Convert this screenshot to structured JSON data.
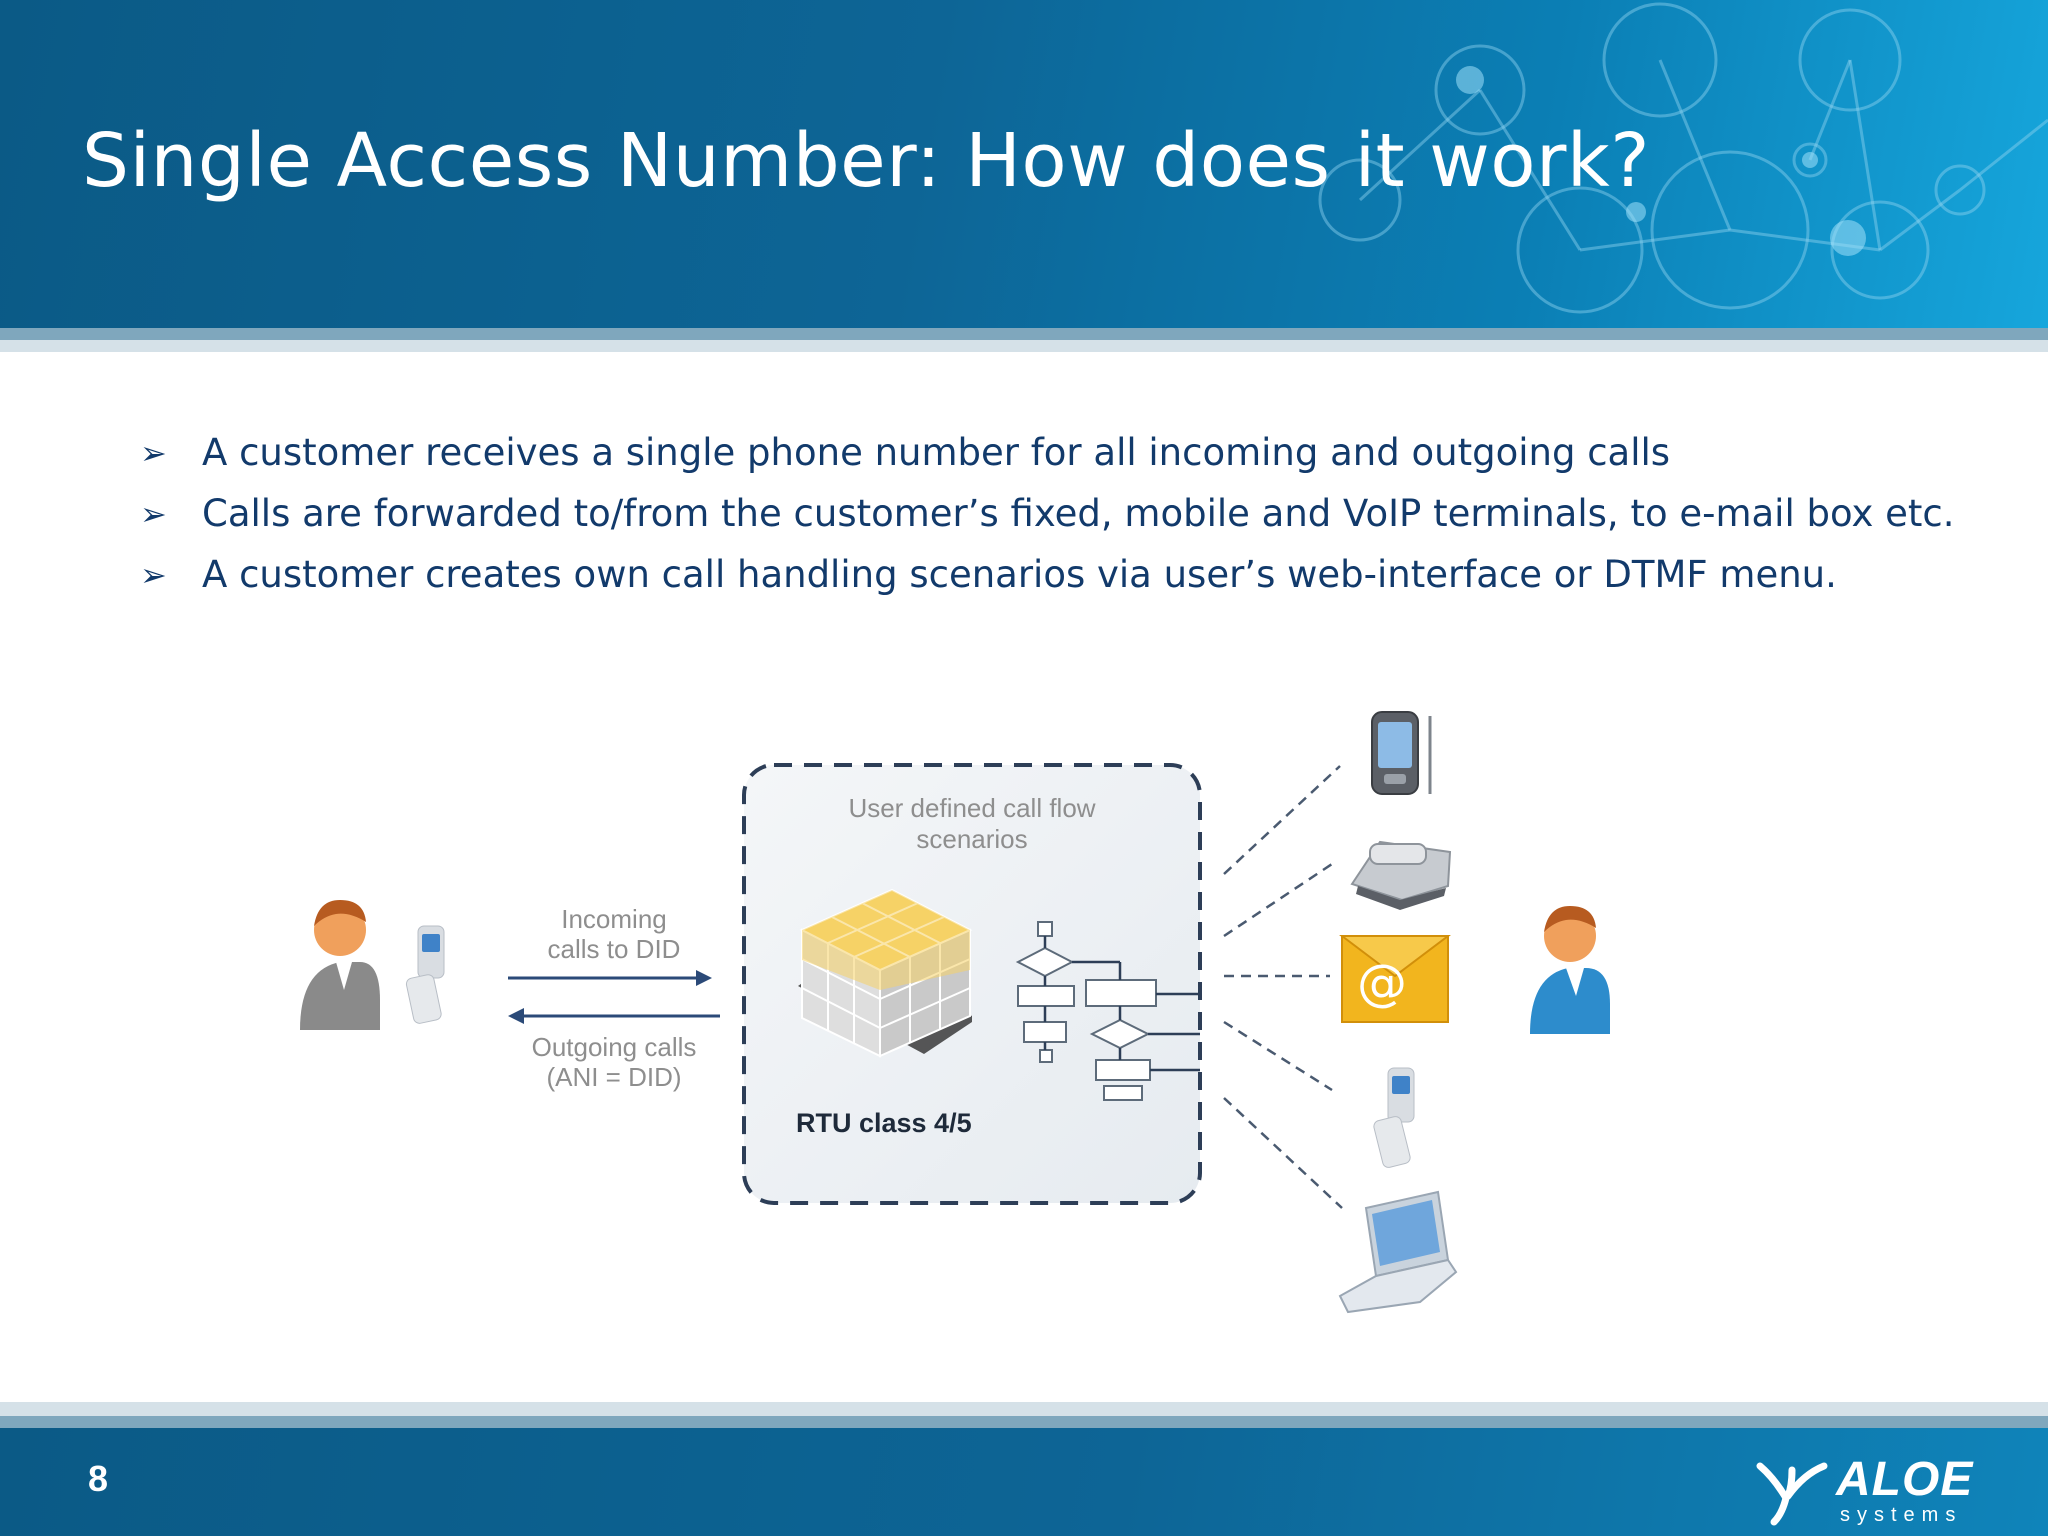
{
  "slide": {
    "title": "Single Access Number: How does it work?",
    "page_number": "8"
  },
  "bullets": [
    {
      "marker": "➢",
      "text": "A customer receives a single phone number for all incoming and outgoing calls"
    },
    {
      "marker": "➢",
      "text": "Calls are forwarded to/from the customer’s fixed, mobile and VoIP terminals, to e-mail box  etc."
    },
    {
      "marker": "➢",
      "text": "A customer creates own call handling scenarios via user’s web-interface or DTMF menu."
    }
  ],
  "diagram": {
    "incoming_label_1": "Incoming",
    "incoming_label_2": "calls to DID",
    "outgoing_label_1": "Outgoing calls",
    "outgoing_label_2": "(ANI = DID)",
    "scenarios_label_1": "User defined call flow",
    "scenarios_label_2": "scenarios",
    "rtu_label": "RTU class 4/5",
    "email_symbol": "@",
    "terminals": [
      "pda-phone-icon",
      "desk-phone-icon",
      "email-icon",
      "mobile-phone-icon",
      "laptop-icon"
    ]
  },
  "logo": {
    "name": "ALOE",
    "sub": "systems"
  },
  "colors": {
    "header_blue": "#0d6596",
    "bullet_text": "#123a6b",
    "cube_yellow": "#f6d266",
    "email_orange": "#f2b51e"
  }
}
